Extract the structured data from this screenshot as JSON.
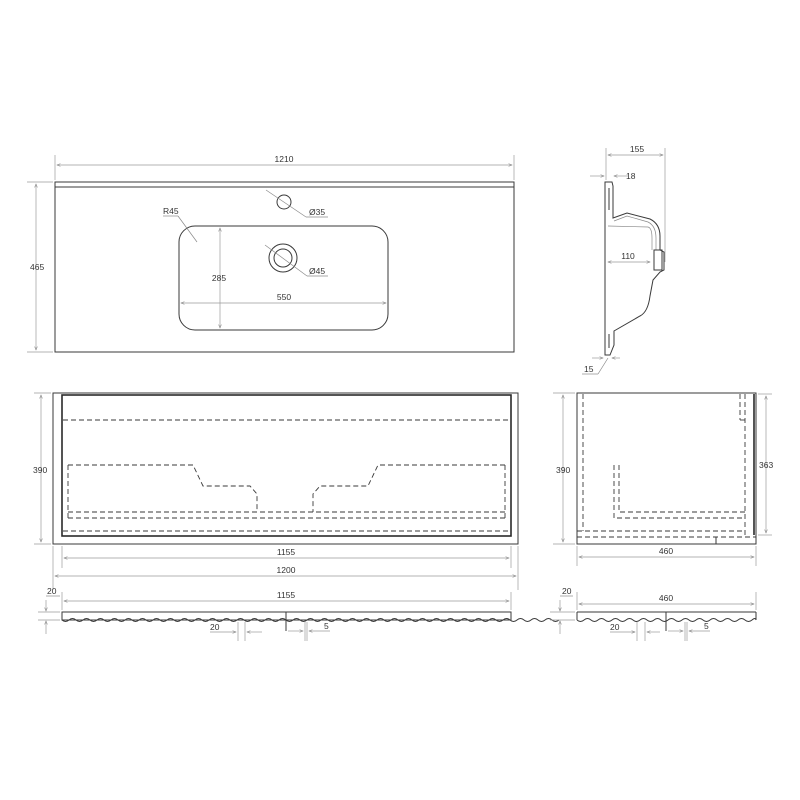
{
  "drawing": {
    "views": {
      "top_view": {
        "overall_width": "1210",
        "overall_depth": "465",
        "basin_radius": "R45",
        "tap_hole": "Ø35",
        "drain": "Ø45",
        "basin_depth": "285",
        "basin_width": "550"
      },
      "side_section": {
        "overall_depth": "155",
        "top_thickness": "18",
        "basin_depth": "110",
        "bottom_offset": "15"
      },
      "front_view": {
        "height": "390",
        "inner_width": "1155",
        "overall_width": "1200"
      },
      "side_view": {
        "height": "390",
        "inner_height": "363",
        "depth": "460"
      },
      "front_panel_detail": {
        "thickness": "20",
        "width": "1155",
        "groove_pitch": "20",
        "groove_width": "5"
      },
      "side_panel_detail": {
        "thickness": "20",
        "width": "460",
        "groove_pitch": "20",
        "groove_width": "5"
      }
    },
    "colors": {
      "line": "#3a3a3a",
      "dimension": "#9a9a9a",
      "background": "#ffffff"
    }
  }
}
